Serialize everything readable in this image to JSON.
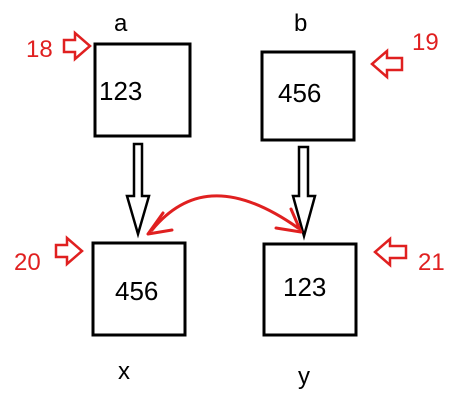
{
  "boxes": {
    "a": {
      "name": "a",
      "value": "123",
      "marker": "18"
    },
    "b": {
      "name": "b",
      "value": "456",
      "marker": "19"
    },
    "x": {
      "name": "x",
      "value": "456",
      "marker": "20"
    },
    "y": {
      "name": "y",
      "value": "123",
      "marker": "21"
    }
  },
  "colors": {
    "stroke": "#000000",
    "accent": "#e02020",
    "background": "#ffffff"
  }
}
